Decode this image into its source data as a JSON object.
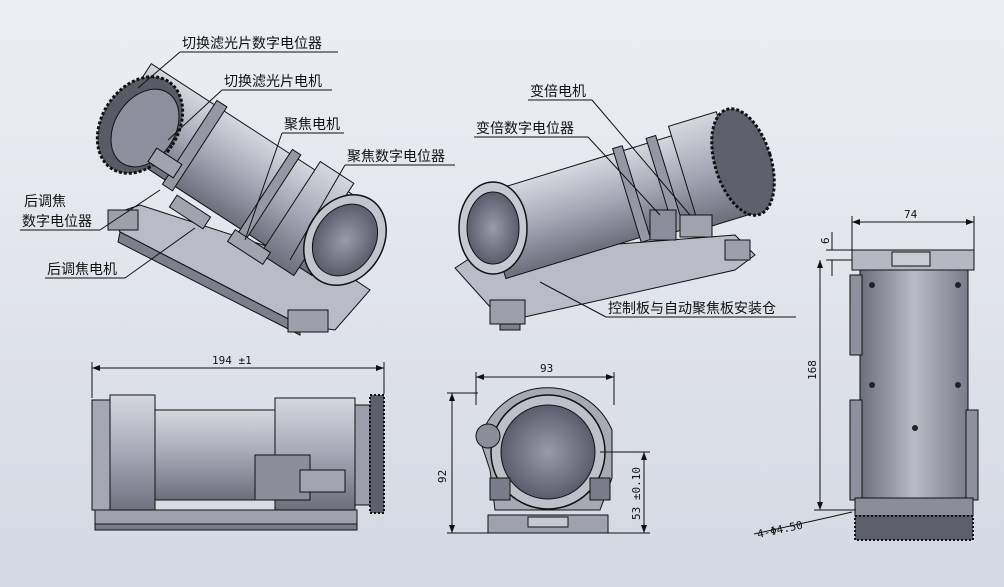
{
  "labels": {
    "filter_pot": "切换滤光片数字电位器",
    "filter_motor": "切换滤光片电机",
    "focus_motor": "聚焦电机",
    "focus_pot": "聚焦数字电位器",
    "backfocus_pot_line1": "后调焦",
    "backfocus_pot_line2": "数字电位器",
    "backfocus_motor": "后调焦电机",
    "zoom_motor": "变倍电机",
    "zoom_pot": "变倍数字电位器",
    "control_board": "控制板与自动聚焦板安装仓"
  },
  "dimensions": {
    "side_length": "194 ±1",
    "front_width": "93",
    "front_height": "92",
    "center_height": "53 ±0.10",
    "top_width": "74",
    "top_offset": "6",
    "top_length": "168",
    "holes": "4-Φ4.50"
  },
  "colors": {
    "body": "#a7aab6",
    "body_dark": "#6e717d",
    "body_light": "#d2d4dc",
    "lens": "#7e7f8e",
    "line": "#111111"
  }
}
